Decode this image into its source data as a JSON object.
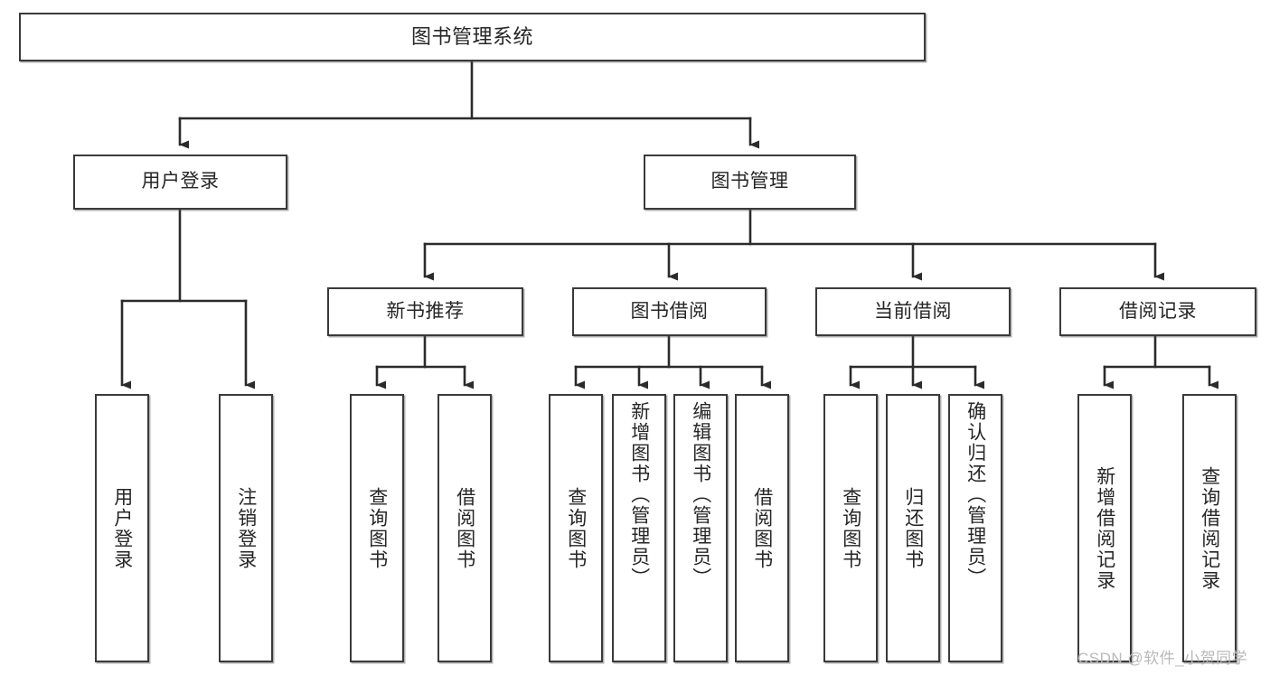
{
  "diagram": {
    "title": "图书管理系统",
    "type": "tree",
    "watermark": "CSDN @软件_小贺同学",
    "colors": {
      "box_border": "#3a3a3a",
      "box_fill": "#ffffff",
      "edge": "#2b2b2b",
      "text": "#262626",
      "watermark": "#b9b9b9"
    },
    "nodes": {
      "root": {
        "label": "图书管理系统"
      },
      "level2": [
        {
          "label": "用户登录"
        },
        {
          "label": "图书管理"
        }
      ],
      "level3": [
        {
          "label": "新书推荐"
        },
        {
          "label": "图书借阅"
        },
        {
          "label": "当前借阅"
        },
        {
          "label": "借阅记录"
        }
      ],
      "leaves": {
        "user_login": [
          {
            "label": "用户登录"
          },
          {
            "label": "注销登录"
          }
        ],
        "new_book": [
          {
            "label": "查询图书"
          },
          {
            "label": "借阅图书"
          }
        ],
        "book_borrow": [
          {
            "label": "查询图书"
          },
          {
            "label": "新增图书（管理员）"
          },
          {
            "label": "编辑图书（管理员）"
          },
          {
            "label": "借阅图书"
          }
        ],
        "current_borrow": [
          {
            "label": "查询图书"
          },
          {
            "label": "归还图书"
          },
          {
            "label": "确认归还（管理员）"
          }
        ],
        "borrow_record": [
          {
            "label": "新增借阅记录"
          },
          {
            "label": "查询借阅记录"
          }
        ]
      }
    }
  }
}
